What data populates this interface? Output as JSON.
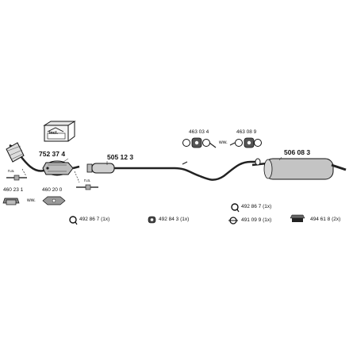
{
  "kit": {
    "label": "Incl."
  },
  "main_parts": {
    "catalyst": "752 37 4",
    "middle_pipe": "505 12 3",
    "rear_silencer": "506 08 3"
  },
  "accessories": {
    "rubber_mount_left": "463 03 4",
    "rubber_mount_right": "463 08 9",
    "ww_mid": "ww.",
    "ww_left": "ww.",
    "sensor_na_1": "n.a.",
    "sensor_na_2": "n.a.",
    "bracket_1": "460 23 1",
    "bracket_2": "460 20 0"
  },
  "small_parts": [
    {
      "label": "492 86 7 (1x)",
      "icon": "clamp-ring-icon"
    },
    {
      "label": "492 84 3 (1x)",
      "icon": "gasket-ring-icon"
    },
    {
      "label": "492 86 7 (1x)",
      "icon": "clamp-ring-icon"
    },
    {
      "label": "491 09 9 (1x)",
      "icon": "flange-clamp-icon"
    },
    {
      "label": "494 61 8 (2x)",
      "icon": "bolt-kit-icon"
    }
  ]
}
